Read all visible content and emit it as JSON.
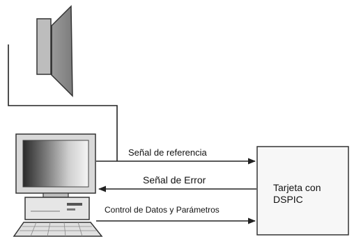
{
  "signals": {
    "reference": "Señal de referencia",
    "error": "Señal de Error",
    "control": "Control de Datos y Parámetros"
  },
  "board": {
    "line1": "Tarjeta con",
    "line2": "DSPIC"
  },
  "icons": {
    "speaker": "speaker-icon",
    "computer": "desktop-computer-icon"
  }
}
